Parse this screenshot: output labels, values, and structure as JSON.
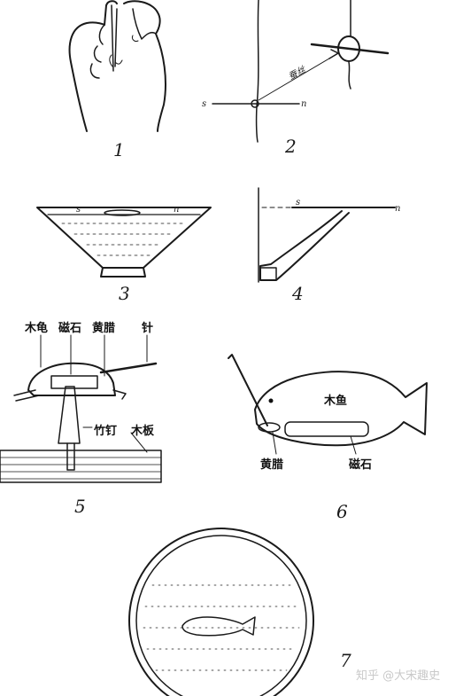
{
  "figure_numbers": [
    "1",
    "2",
    "3",
    "4",
    "5",
    "6",
    "7"
  ],
  "fig2": {
    "pole_s": "s",
    "pole_n": "n",
    "annotation": "蚕丝"
  },
  "fig3": {
    "pole_s": "s",
    "pole_n": "n"
  },
  "fig4": {
    "pole_s": "s",
    "pole_n": "n"
  },
  "fig5": {
    "labels": {
      "wood_turtle": "木龟",
      "magnet": "磁石",
      "wax": "黄腊",
      "needle": "针",
      "bamboo_nail": "竹钉",
      "board": "木板"
    }
  },
  "fig6": {
    "labels": {
      "wood_fish": "木鱼",
      "wax": "黄腊",
      "magnet": "磁石"
    }
  },
  "watermark": "知乎 @大宋趣史",
  "colors": {
    "ink": "#1a1a1a",
    "paper": "#ffffff",
    "watermark": "#c9c9c9"
  }
}
